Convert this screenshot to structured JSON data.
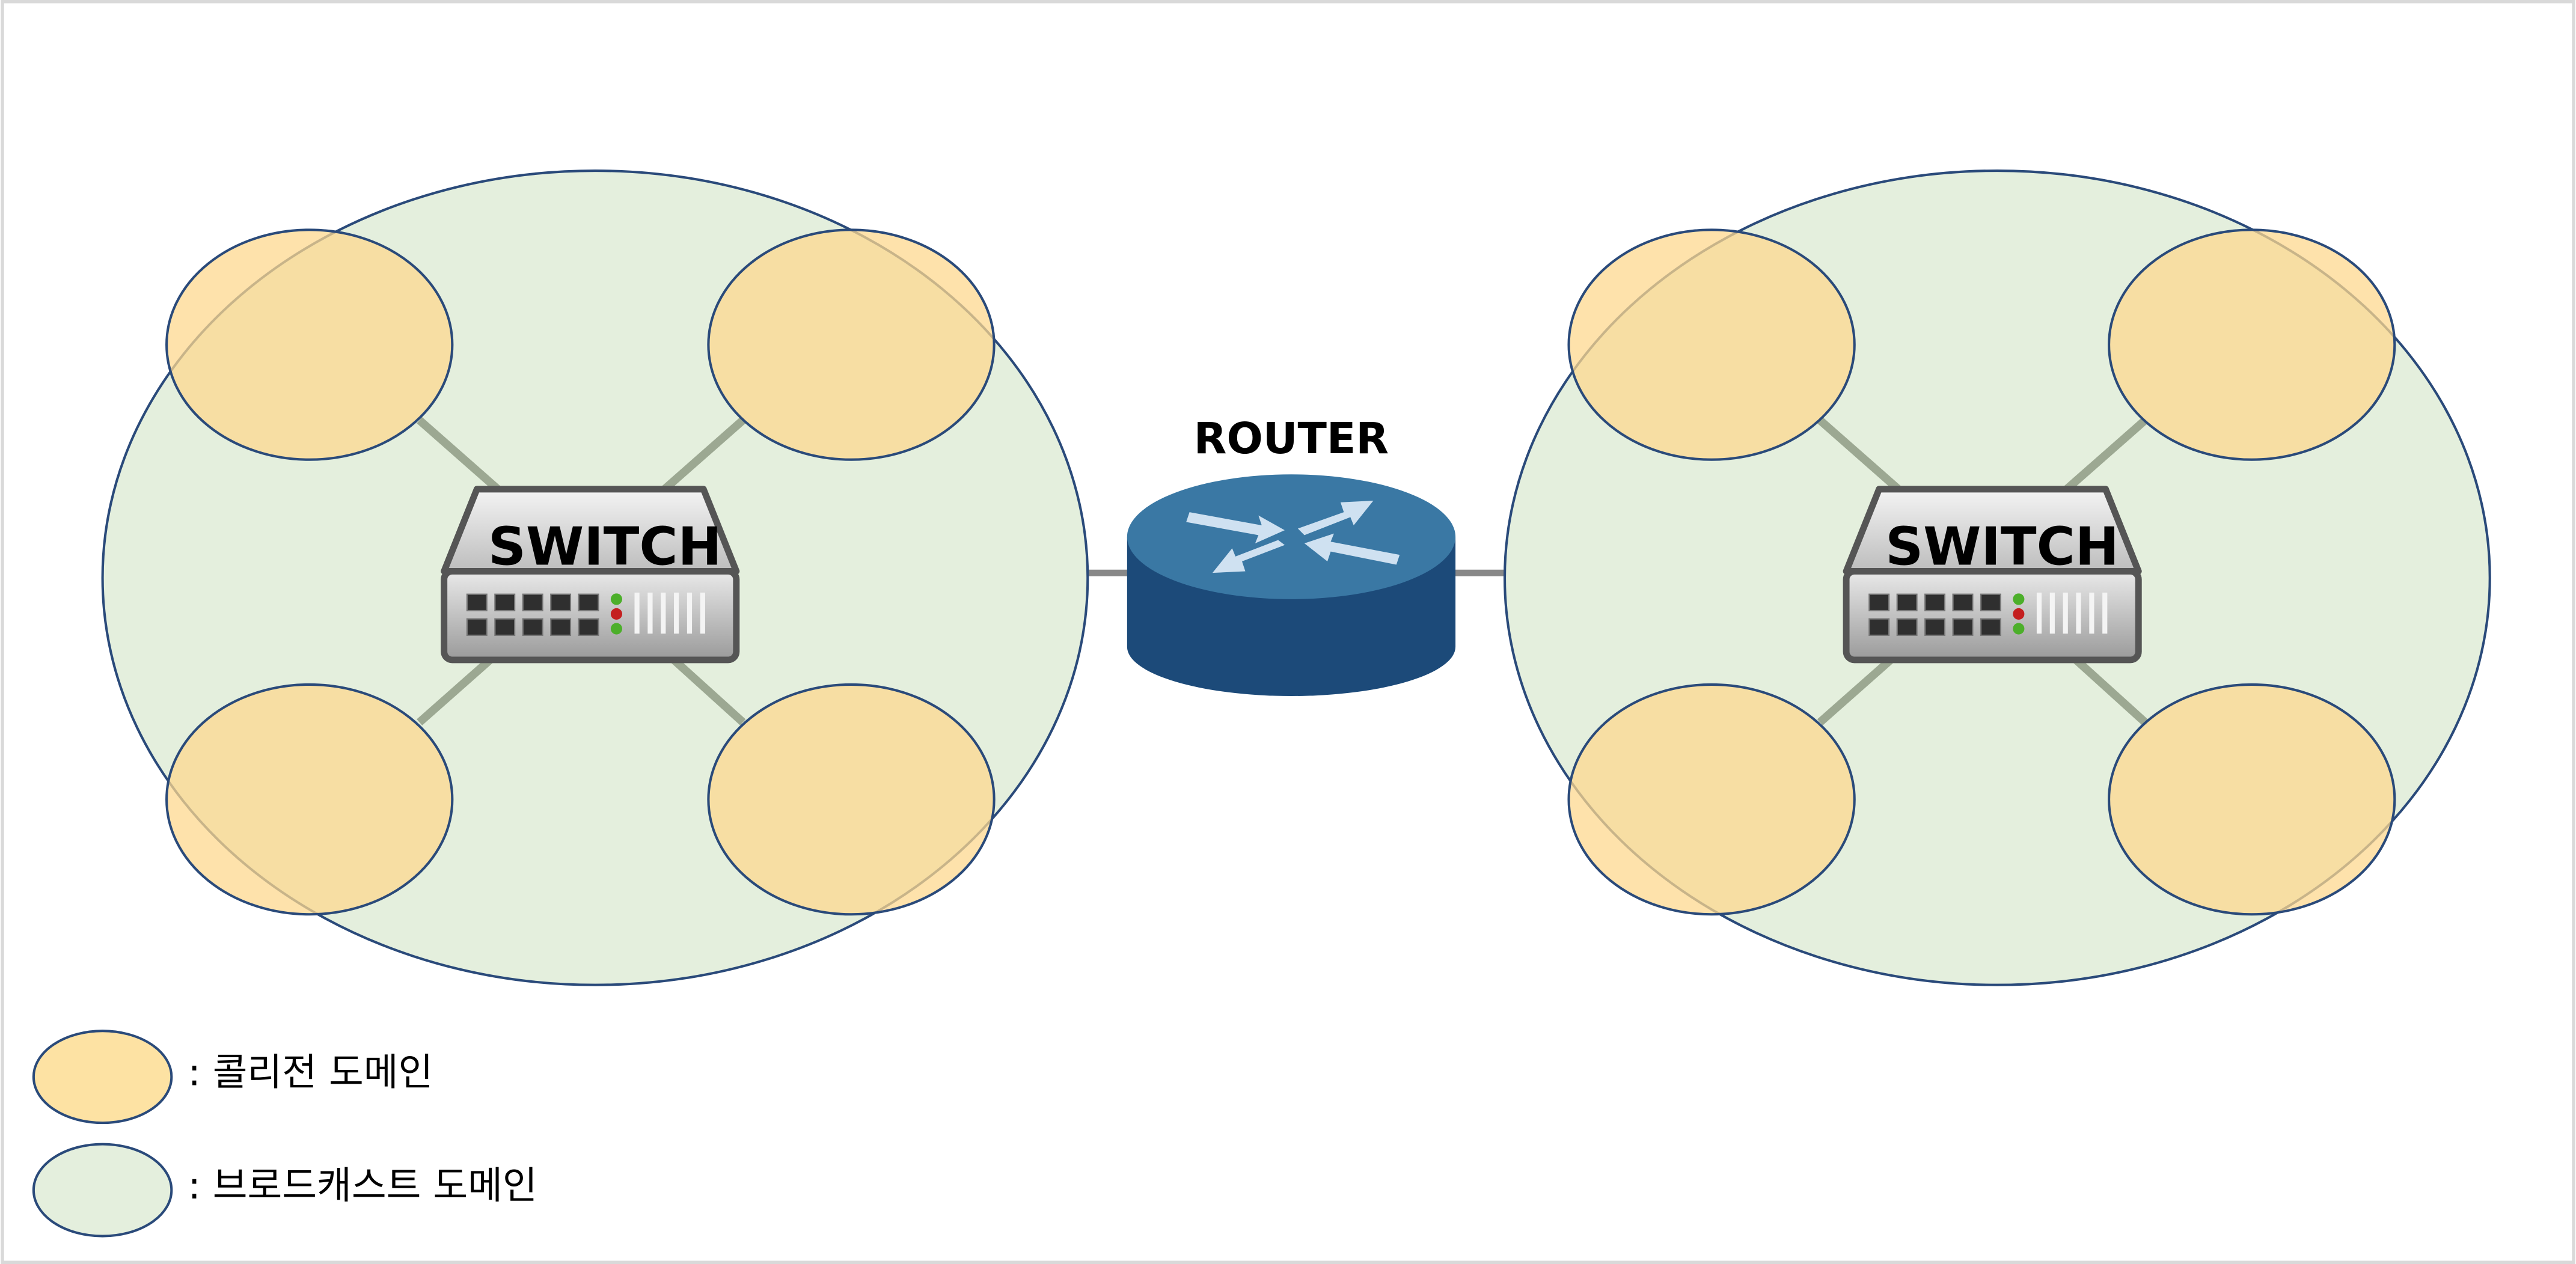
{
  "colors": {
    "collision_fill": "#fde2a3",
    "broadcast_fill": "#e4efdd",
    "outline": "#2a4a7a",
    "link": "#9ca892",
    "router_top": "#3a78a4",
    "router_side": "#1c4a79",
    "router_arrow": "#cfe1f1",
    "switch_body": "#c7c7c7",
    "switch_border": "#555555",
    "frame": "#d9d9d9"
  },
  "diagram": {
    "router": {
      "label": "ROUTER",
      "icon": "router-icon"
    },
    "segments": [
      {
        "switch_label": "SWITCH",
        "switch_icon": "switch-icon",
        "collision_domain_count": 4
      },
      {
        "switch_label": "SWITCH",
        "switch_icon": "switch-icon",
        "collision_domain_count": 4
      }
    ]
  },
  "legend": {
    "collision": ": 콜리전 도메인",
    "broadcast": ": 브로드캐스트 도메인"
  }
}
